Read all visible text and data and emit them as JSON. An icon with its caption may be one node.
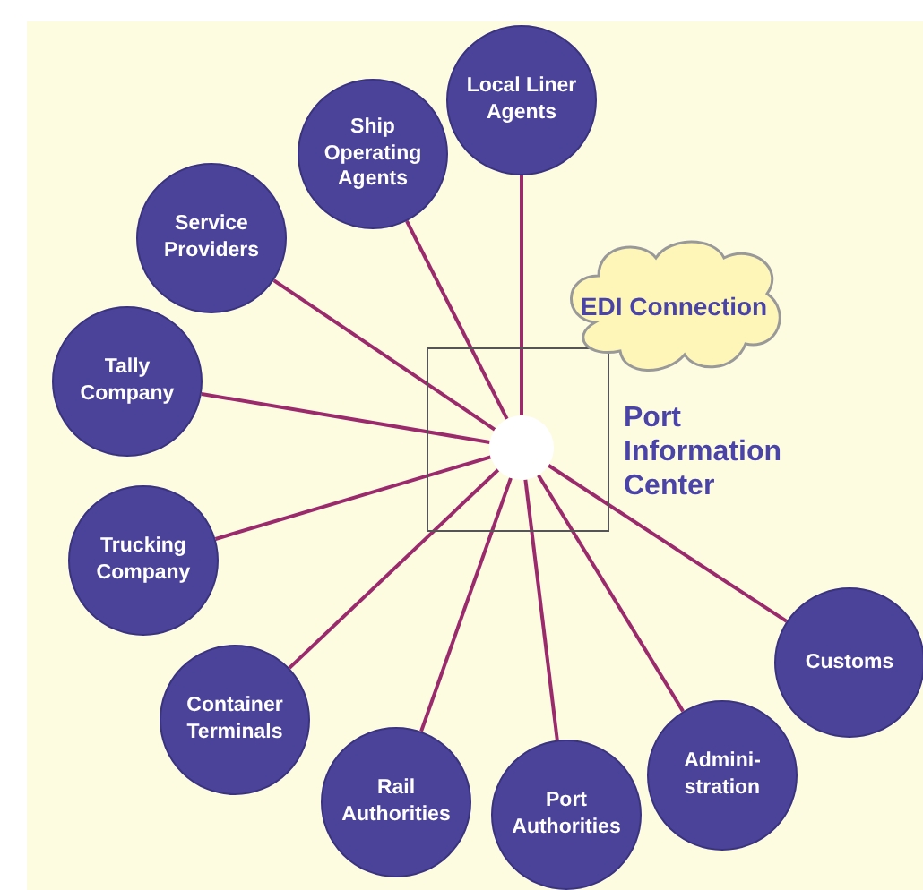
{
  "diagram": {
    "nodes": [
      {
        "text": [],
        "shape": "box",
        "beside": [
          "Port Information Center"
        ]
      },
      {
        "text": [],
        "shape": "circle",
        "in": 0
      },
      {
        "text": [
          "EDI Connection"
        ]
      },
      {
        "text": [
          "Local Liner Agents"
        ]
      },
      {
        "text": [
          "Ship Operating Agents"
        ]
      },
      {
        "text": [
          "Service Providers"
        ]
      },
      {
        "text": [
          "Tally Company"
        ]
      },
      {
        "text": [
          "Trucking Company"
        ]
      },
      {
        "text": [
          "Container Terminals"
        ]
      },
      {
        "text": [
          "Rail Authorities"
        ]
      },
      {
        "text": [
          "Port Authorities"
        ]
      },
      {
        "text": [
          "Admini-stration"
        ]
      },
      {
        "text": [
          "Customs"
        ]
      }
    ],
    "edges": [
      {
        "from": 1,
        "to": 3,
        "arrow": "none"
      },
      {
        "from": 1,
        "to": 4,
        "arrow": "none"
      },
      {
        "from": 1,
        "to": 5,
        "arrow": "none"
      },
      {
        "from": 1,
        "to": 6,
        "arrow": "none"
      },
      {
        "from": 1,
        "to": 7,
        "arrow": "none"
      },
      {
        "from": 1,
        "to": 8,
        "arrow": "none"
      },
      {
        "from": 1,
        "to": 9,
        "arrow": "none"
      },
      {
        "from": 1,
        "to": 10,
        "arrow": "none"
      },
      {
        "from": 1,
        "to": 11,
        "arrow": "none"
      },
      {
        "from": 1,
        "to": 12,
        "arrow": "none"
      }
    ]
  }
}
